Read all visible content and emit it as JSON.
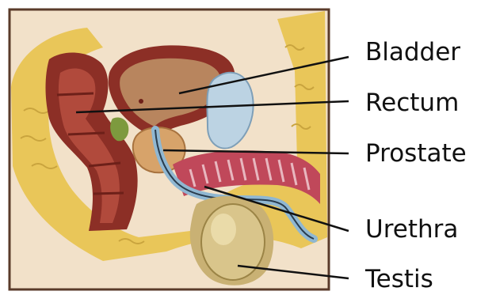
{
  "labels": {
    "bladder": "Bladder",
    "rectum": "Rectum",
    "prostate": "Prostate",
    "urethra": "Urethra",
    "testis": "Testis"
  },
  "colors": {
    "background": "#ffffff",
    "frame": "#5a3b2a",
    "fat": "#e9c659",
    "muscle": "#8c2f26",
    "bladder_lumen": "#b8855e",
    "prostate": "#d7a36a",
    "urethra_tube": "#8fb7d2",
    "testis": "#d9c58b",
    "leader_line": "#111111"
  }
}
